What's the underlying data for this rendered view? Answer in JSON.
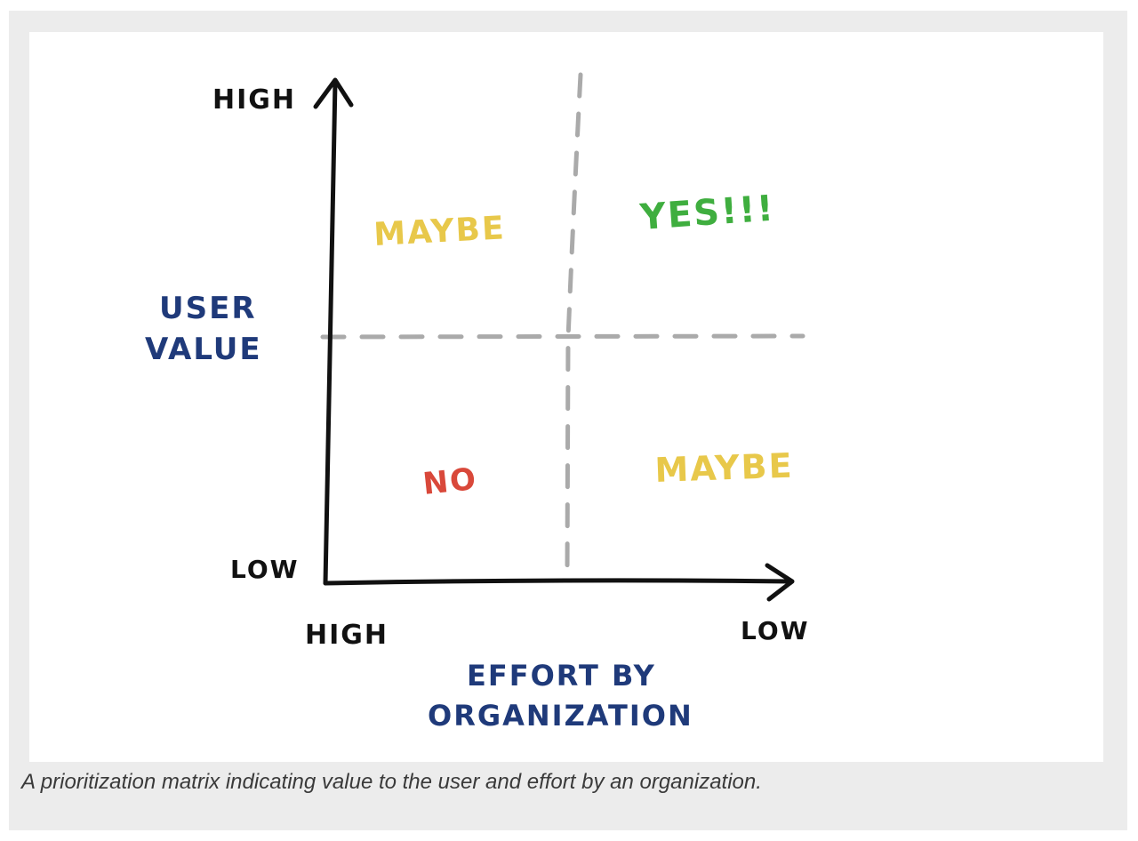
{
  "diagram": {
    "y_axis": {
      "title_lines": [
        "USER",
        "VALUE"
      ],
      "high_label": "HIGH",
      "low_label": "LOW"
    },
    "x_axis": {
      "title_lines": [
        "EFFORT BY",
        "ORGANIZATION"
      ],
      "high_label": "HIGH",
      "low_label": "LOW"
    },
    "quadrants": {
      "top_left": "MAYBE",
      "top_right": "YES!!!",
      "bottom_left": "NO",
      "bottom_right": "MAYBE"
    },
    "colors": {
      "axis": "#111111",
      "axis_title": "#1f3a7a",
      "maybe": "#e8c84a",
      "yes": "#3fae3f",
      "no": "#d9483a",
      "divider": "#aaaaaa",
      "frame": "#ececec"
    }
  },
  "caption": "A prioritization matrix indicating value to the user and effort by an organization."
}
